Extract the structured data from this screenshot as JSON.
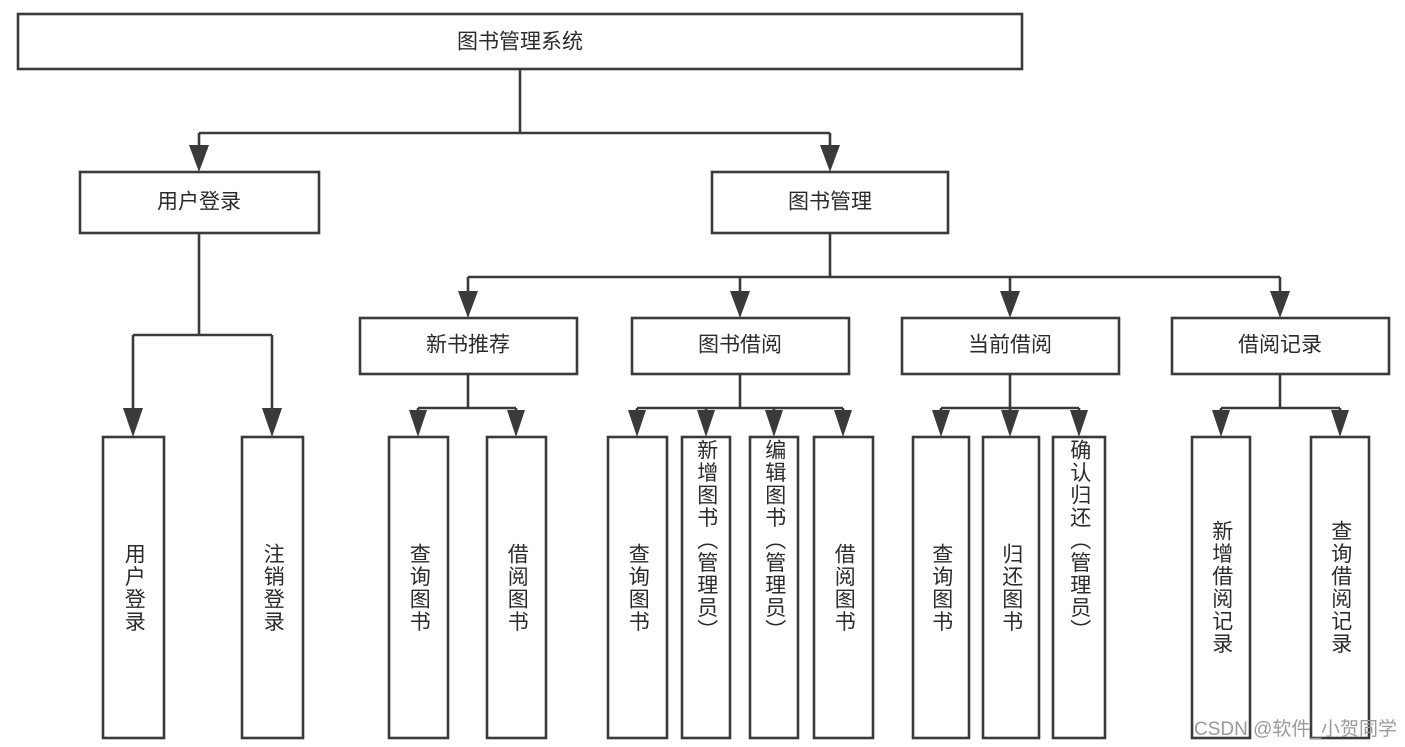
{
  "diagram": {
    "title": "图书管理系统",
    "type": "hierarchy-tree",
    "root": {
      "id": "root",
      "label": "图书管理系统",
      "orientation": "horizontal"
    },
    "level2": [
      {
        "id": "user-login",
        "label": "用户登录",
        "orientation": "horizontal"
      },
      {
        "id": "book-management",
        "label": "图书管理",
        "orientation": "horizontal"
      }
    ],
    "level3": [
      {
        "id": "new-book-recommend",
        "label": "新书推荐",
        "orientation": "horizontal"
      },
      {
        "id": "book-borrow",
        "label": "图书借阅",
        "orientation": "horizontal"
      },
      {
        "id": "current-borrow",
        "label": "当前借阅",
        "orientation": "horizontal"
      },
      {
        "id": "borrow-record",
        "label": "借阅记录",
        "orientation": "horizontal"
      }
    ],
    "leaves": [
      {
        "id": "leaf-user-login",
        "label": "用户登录",
        "parent": "user-login",
        "orientation": "vertical"
      },
      {
        "id": "leaf-user-logout",
        "label": "注销登录",
        "parent": "user-login",
        "orientation": "vertical"
      },
      {
        "id": "leaf-query-book-1",
        "label": "查询图书",
        "parent": "new-book-recommend",
        "orientation": "vertical"
      },
      {
        "id": "leaf-borrow-book-1",
        "label": "借阅图书",
        "parent": "new-book-recommend",
        "orientation": "vertical"
      },
      {
        "id": "leaf-query-book-2",
        "label": "查询图书",
        "parent": "book-borrow",
        "orientation": "vertical"
      },
      {
        "id": "leaf-add-book",
        "label": "新增图书（管理员）",
        "parent": "book-borrow",
        "orientation": "vertical"
      },
      {
        "id": "leaf-edit-book",
        "label": "编辑图书（管理员）",
        "parent": "book-borrow",
        "orientation": "vertical"
      },
      {
        "id": "leaf-borrow-book-2",
        "label": "借阅图书",
        "parent": "book-borrow",
        "orientation": "vertical"
      },
      {
        "id": "leaf-query-book-3",
        "label": "查询图书",
        "parent": "current-borrow",
        "orientation": "vertical"
      },
      {
        "id": "leaf-return-book",
        "label": "归还图书",
        "parent": "current-borrow",
        "orientation": "vertical"
      },
      {
        "id": "leaf-confirm-return",
        "label": "确认归还（管理员）",
        "parent": "current-borrow",
        "orientation": "vertical"
      },
      {
        "id": "leaf-add-record",
        "label": "新增借阅记录",
        "parent": "borrow-record",
        "orientation": "vertical"
      },
      {
        "id": "leaf-query-record",
        "label": "查询借阅记录",
        "parent": "borrow-record",
        "orientation": "vertical"
      }
    ],
    "colors": {
      "background": "#ffffff",
      "box_fill": "#ffffff",
      "box_stroke": "#3a3a3a",
      "connector": "#3a3a3a",
      "text": "#2b2b2b",
      "watermark": "#9a9a9a"
    }
  },
  "watermark": {
    "text": "CSDN @软件_小贺同学"
  }
}
